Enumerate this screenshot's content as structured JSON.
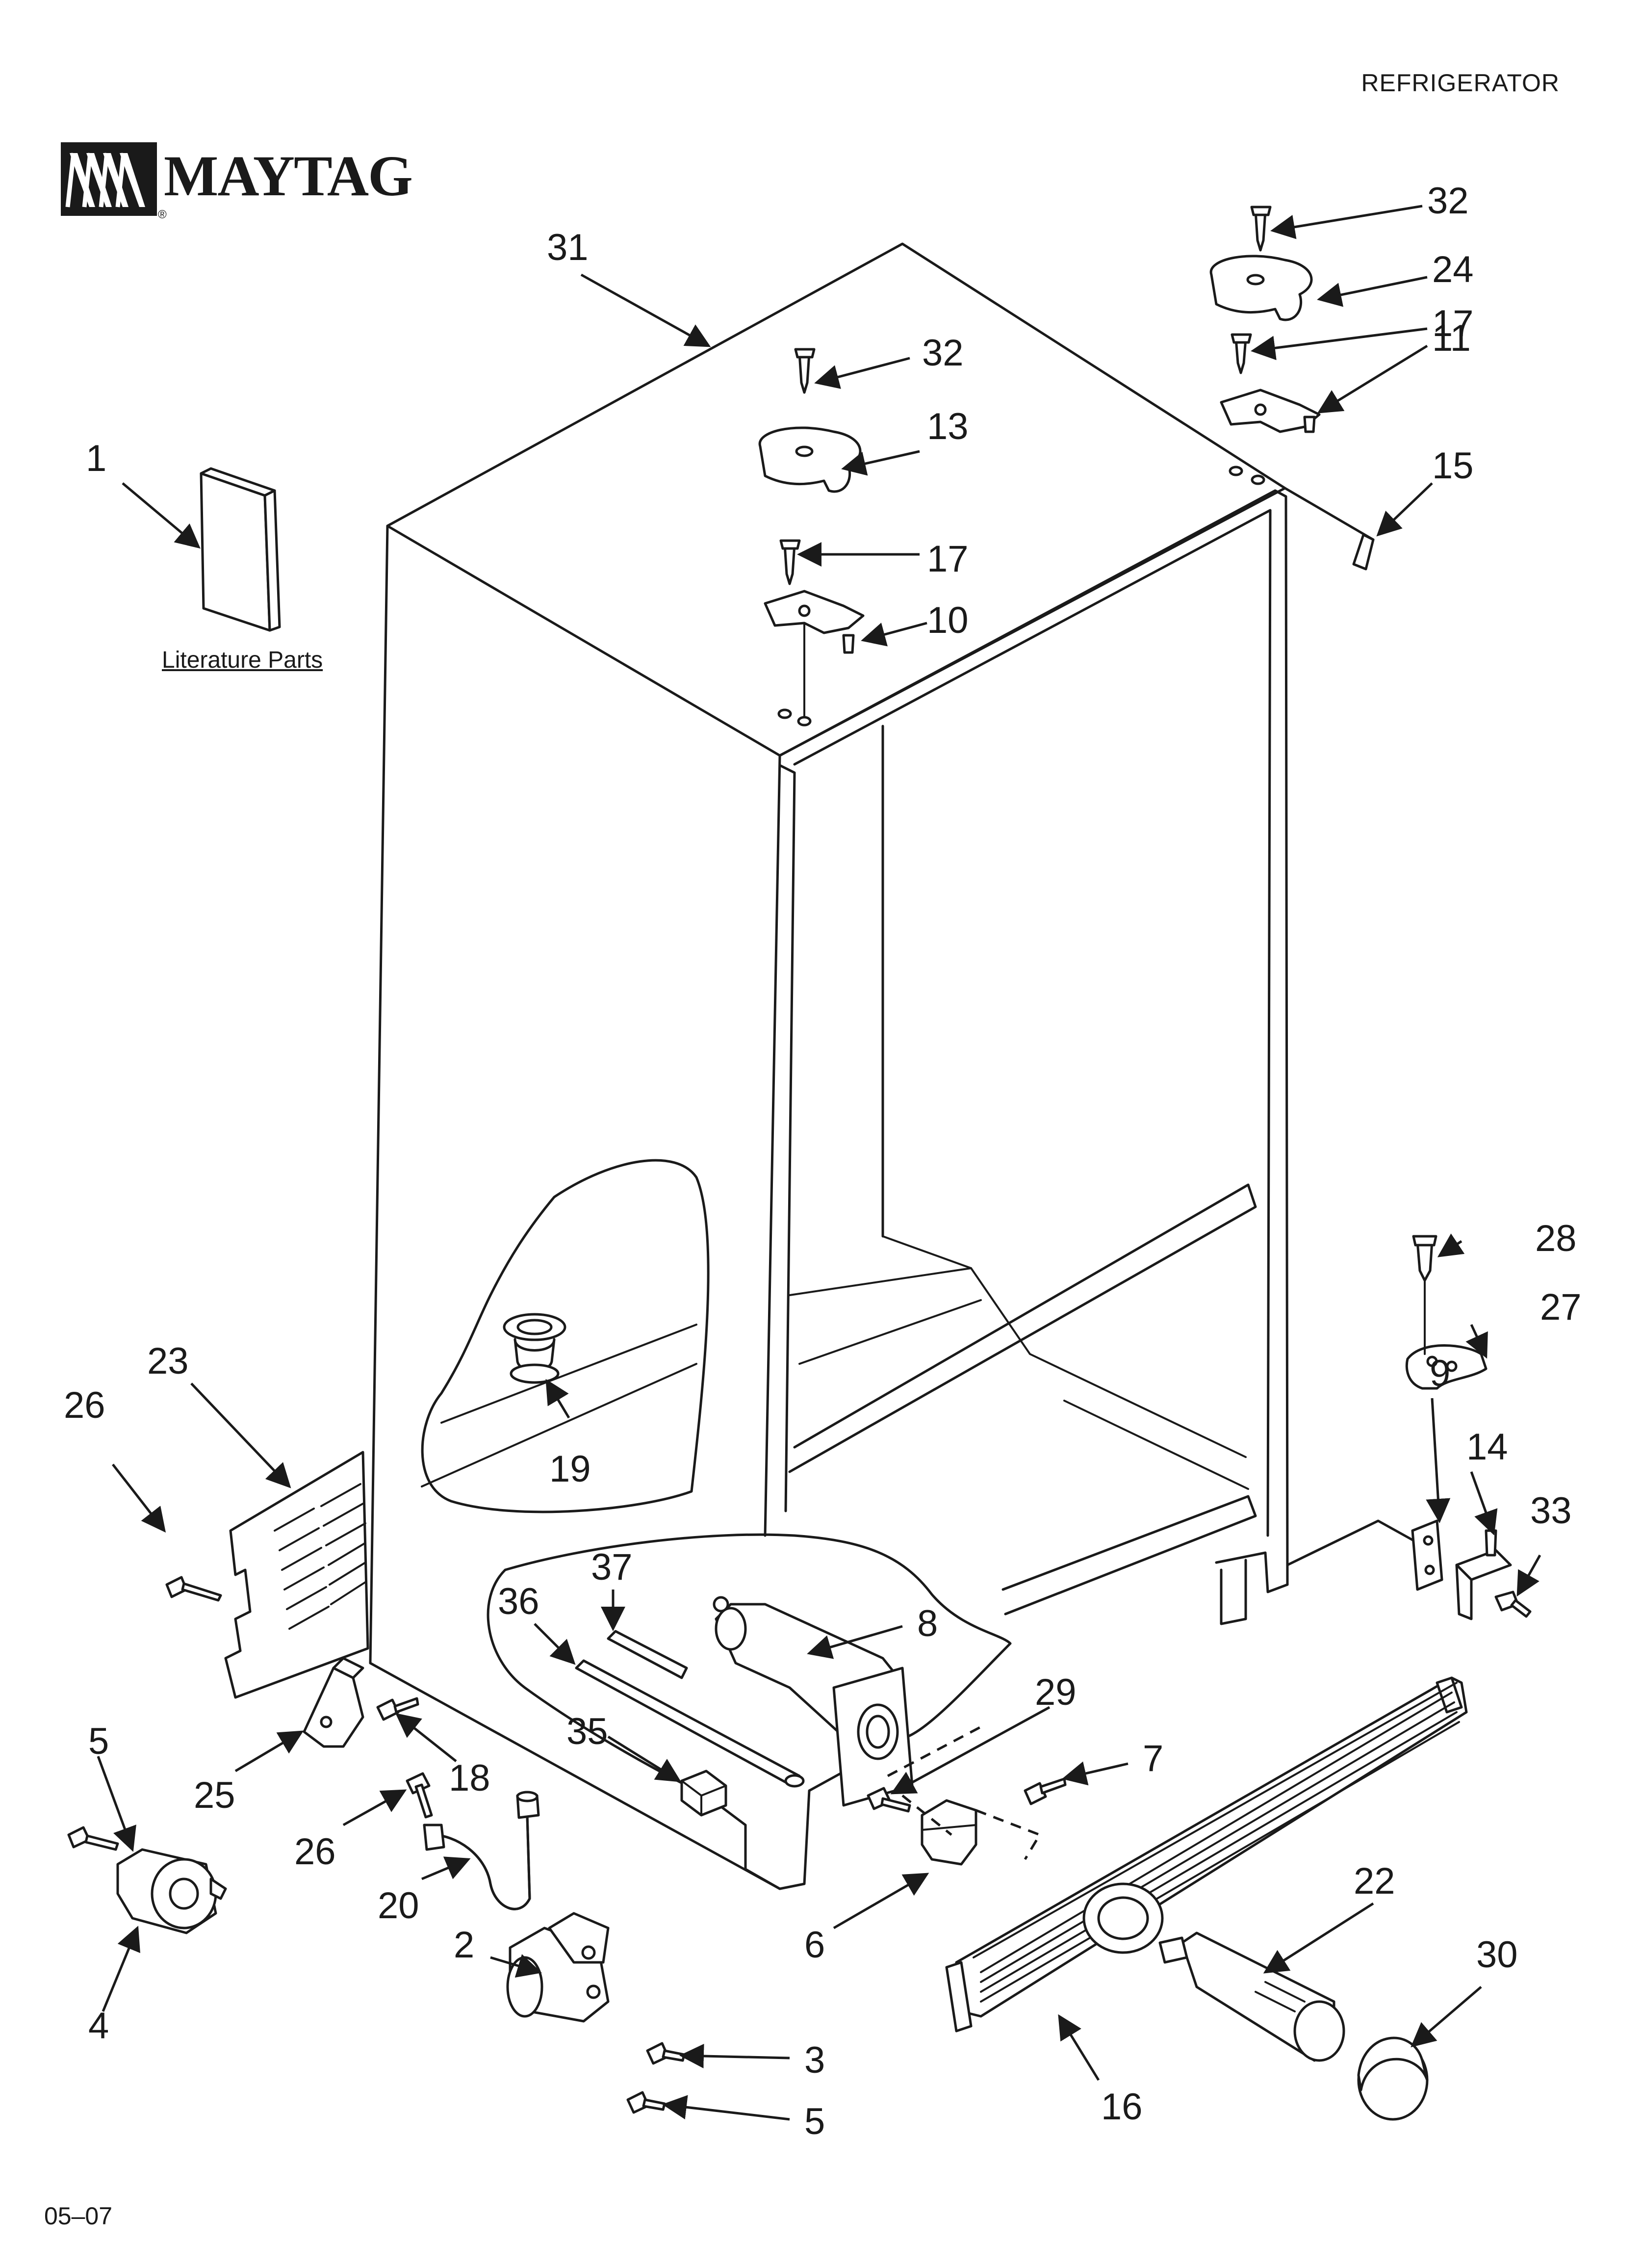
{
  "header": {
    "section": "REFRIGERATOR",
    "brand": "MAYTAG",
    "registered": "®"
  },
  "literature_label": "Literature Parts",
  "footer": {
    "code": "05–07"
  },
  "callouts": [
    "1",
    "2",
    "3",
    "4",
    "5",
    "5",
    "6",
    "7",
    "8",
    "9",
    "10",
    "11",
    "13",
    "14",
    "15",
    "16",
    "17",
    "17",
    "18",
    "19",
    "20",
    "22",
    "23",
    "24",
    "25",
    "26",
    "26",
    "27",
    "28",
    "29",
    "30",
    "31",
    "32",
    "32",
    "33",
    "35",
    "36",
    "37"
  ]
}
